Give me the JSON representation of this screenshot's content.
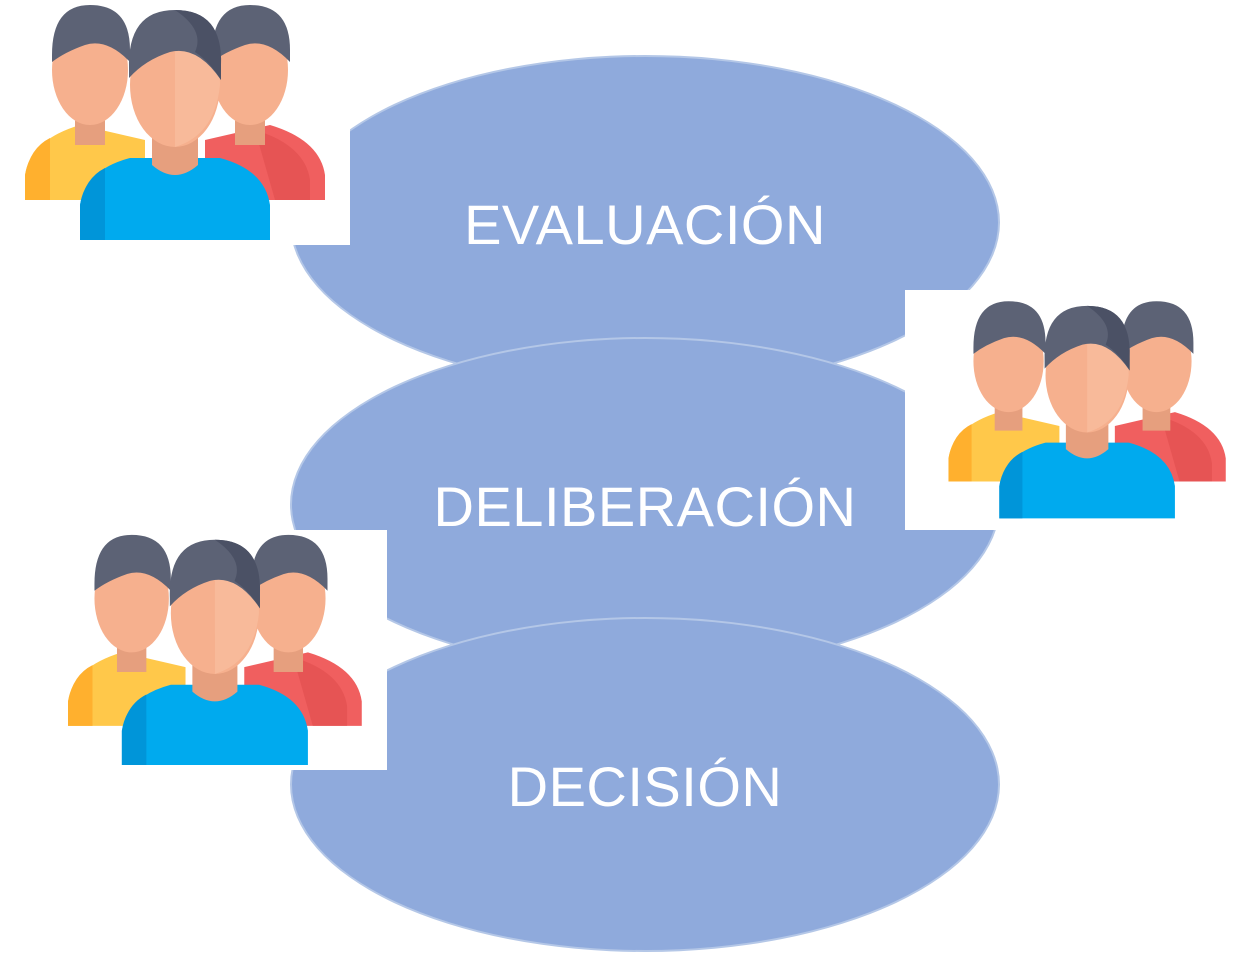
{
  "diagram": {
    "stages": [
      {
        "label": "EVALUACIÓN"
      },
      {
        "label": "DELIBERACIÓN"
      },
      {
        "label": "DECISIÓN"
      }
    ],
    "icons": [
      {
        "name": "people-group-icon"
      },
      {
        "name": "people-group-icon"
      },
      {
        "name": "people-group-icon"
      }
    ],
    "colors": {
      "ellipse_fill": "#8faadc",
      "ellipse_border": "#b4c7e7",
      "label_text": "#ffffff",
      "shirt_yellow": "#ffc84a",
      "shirt_blue": "#00aaee",
      "shirt_red": "#f05f5f",
      "skin": "#f6b08e",
      "hair": "#5c6275"
    }
  }
}
